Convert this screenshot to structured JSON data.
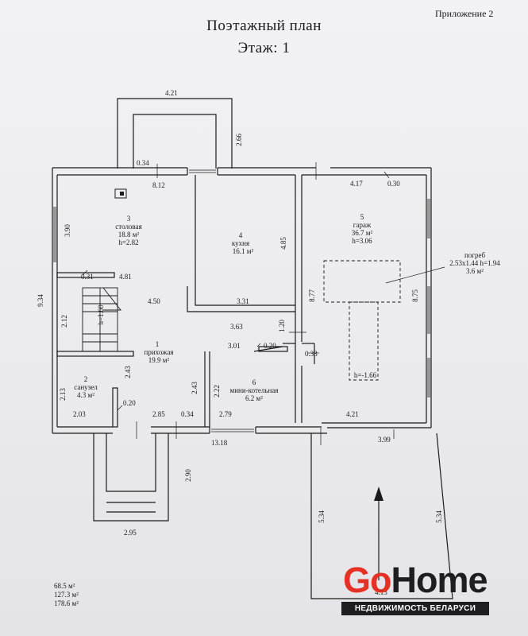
{
  "header": {
    "appendix": "Приложение 2",
    "title": "Поэтажный план",
    "floor": "Этаж: 1"
  },
  "rooms": [
    {
      "number": "1",
      "name": "прихожая",
      "area": "19.9 м²"
    },
    {
      "number": "2",
      "name": "санузел",
      "area": "4.3 м²"
    },
    {
      "number": "3",
      "name": "столовая",
      "area": "18.8 м²",
      "height": "h=2.82"
    },
    {
      "number": "4",
      "name": "кухня",
      "area": "16.1 м²"
    },
    {
      "number": "5",
      "name": "гараж",
      "area": "36.7 м²",
      "height": "h=3.06"
    },
    {
      "number": "6",
      "name": "мини-котельная",
      "area": "6.2 м²"
    }
  ],
  "cellar": {
    "name": "погреб",
    "size": "2.53x1.44 h=1.94",
    "area": "3.6 м²",
    "depth": "h=-1.66"
  },
  "dimensions": {
    "porch_top": "4.21",
    "porch_side": "2.66",
    "wall_034_top": "0.34",
    "width_812": "8.12",
    "garage_417": "4.17",
    "garage_030": "0.30",
    "dining_390": "3.90",
    "kitchen_485": "4.85",
    "left_934": "9.34",
    "wall_031": "0.31",
    "width_481": "4.81",
    "hall_450": "4.50",
    "kitchen_331": "3.31",
    "garage_877": "8.77",
    "garage_875": "8.75",
    "stair_212": "2.12",
    "stair_160": "h=1.60",
    "hall_363": "3.63",
    "wall_120": "1.20",
    "boiler_301": "3.01",
    "wall_020_boiler": "0.20",
    "wall_033": "0.33",
    "hall_243": "2.43",
    "bath_213": "2.13",
    "boiler_243": "2.43",
    "boiler_222": "2.22",
    "bath_203": "2.03",
    "wall_020_bath": "0.20",
    "hall_285": "2.85",
    "wall_034_bottom": "0.34",
    "boiler_279": "2.79",
    "garage_421": "4.21",
    "total_1318": "13.18",
    "garage_399": "3.99",
    "stairs_290": "2.90",
    "drive_534_left": "5.34",
    "drive_534_right": "5.34",
    "stairs_295": "2.95",
    "drive_bottom": "4.13"
  },
  "totals": [
    "68.5 м²",
    "127.3 м²",
    "178.6 м²"
  ],
  "logo": {
    "go": "Go",
    "home": "Home",
    "tagline": "НЕДВИЖИМОСТЬ БЕЛАРУСИ",
    "go_color": "#e53024"
  }
}
